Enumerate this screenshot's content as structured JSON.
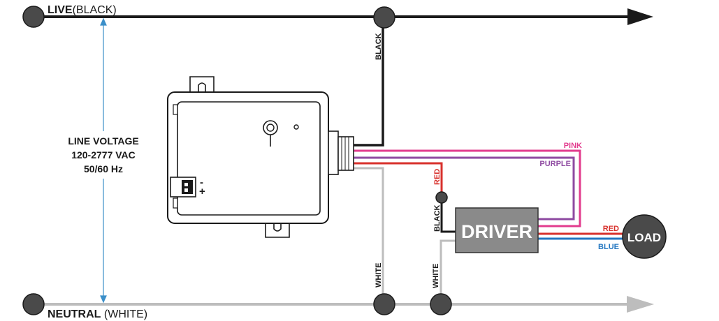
{
  "colors": {
    "live": "#1a1a1a",
    "neutral": "#bdbdbd",
    "pink": "#e23c8e",
    "purple": "#8e4aa1",
    "red": "#d8312c",
    "blue": "#2477c1",
    "node": "#4a4a4a",
    "driver_fill": "#8a8a8a",
    "load_fill": "#4a4a4a",
    "voltage_arrow": "#3b8fc9"
  },
  "labels": {
    "live_main": "LIVE",
    "live_sub": "(BLACK)",
    "neutral_main": "NEUTRAL",
    "neutral_sub": " (WHITE)",
    "voltage_line1": "LINE VOLTAGE",
    "voltage_line2": "120-2777 VAC",
    "voltage_line3": "50/60 Hz",
    "driver": "DRIVER",
    "load": "LOAD",
    "minus": "-",
    "plus": "+"
  },
  "wires": {
    "black_top": "BLACK",
    "pink": "PINK",
    "purple": "PURPLE",
    "red_top": "RED",
    "black_driver": "BLACK",
    "white_sensor": "WHITE",
    "white_driver": "WHITE",
    "red_load": "RED",
    "blue_load": "BLUE"
  }
}
